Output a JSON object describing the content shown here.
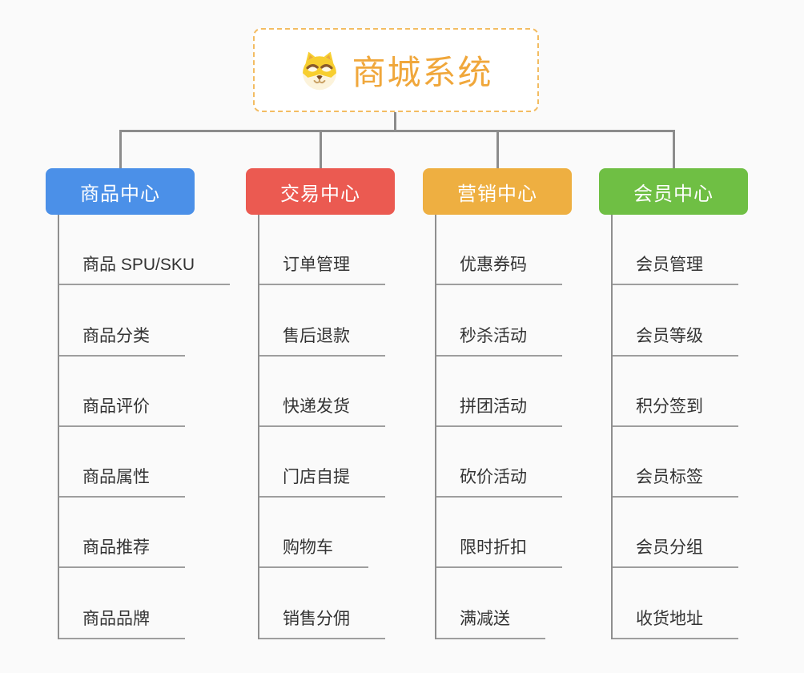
{
  "root": {
    "title": "商城系统",
    "icon": "doge-icon",
    "title_color": "#F0A73B",
    "border_color": "#F3BC62"
  },
  "colors": {
    "background": "#FAFAFA",
    "connector": "#8C8C8C",
    "child_text": "#333333",
    "child_underline": "#9E9E9E"
  },
  "branches": [
    {
      "label": "商品中心",
      "color": "#4B90E8",
      "items": [
        "商品 SPU/SKU",
        "商品分类",
        "商品评价",
        "商品属性",
        "商品推荐",
        "商品品牌"
      ]
    },
    {
      "label": "交易中心",
      "color": "#EB5A51",
      "items": [
        "订单管理",
        "售后退款",
        "快递发货",
        "门店自提",
        "购物车",
        "销售分佣"
      ]
    },
    {
      "label": "营销中心",
      "color": "#EEAF41",
      "items": [
        "优惠券码",
        "秒杀活动",
        "拼团活动",
        "砍价活动",
        "限时折扣",
        "满减送"
      ]
    },
    {
      "label": "会员中心",
      "color": "#6FBF44",
      "items": [
        "会员管理",
        "会员等级",
        "积分签到",
        "会员标签",
        "会员分组",
        "收货地址"
      ]
    }
  ]
}
